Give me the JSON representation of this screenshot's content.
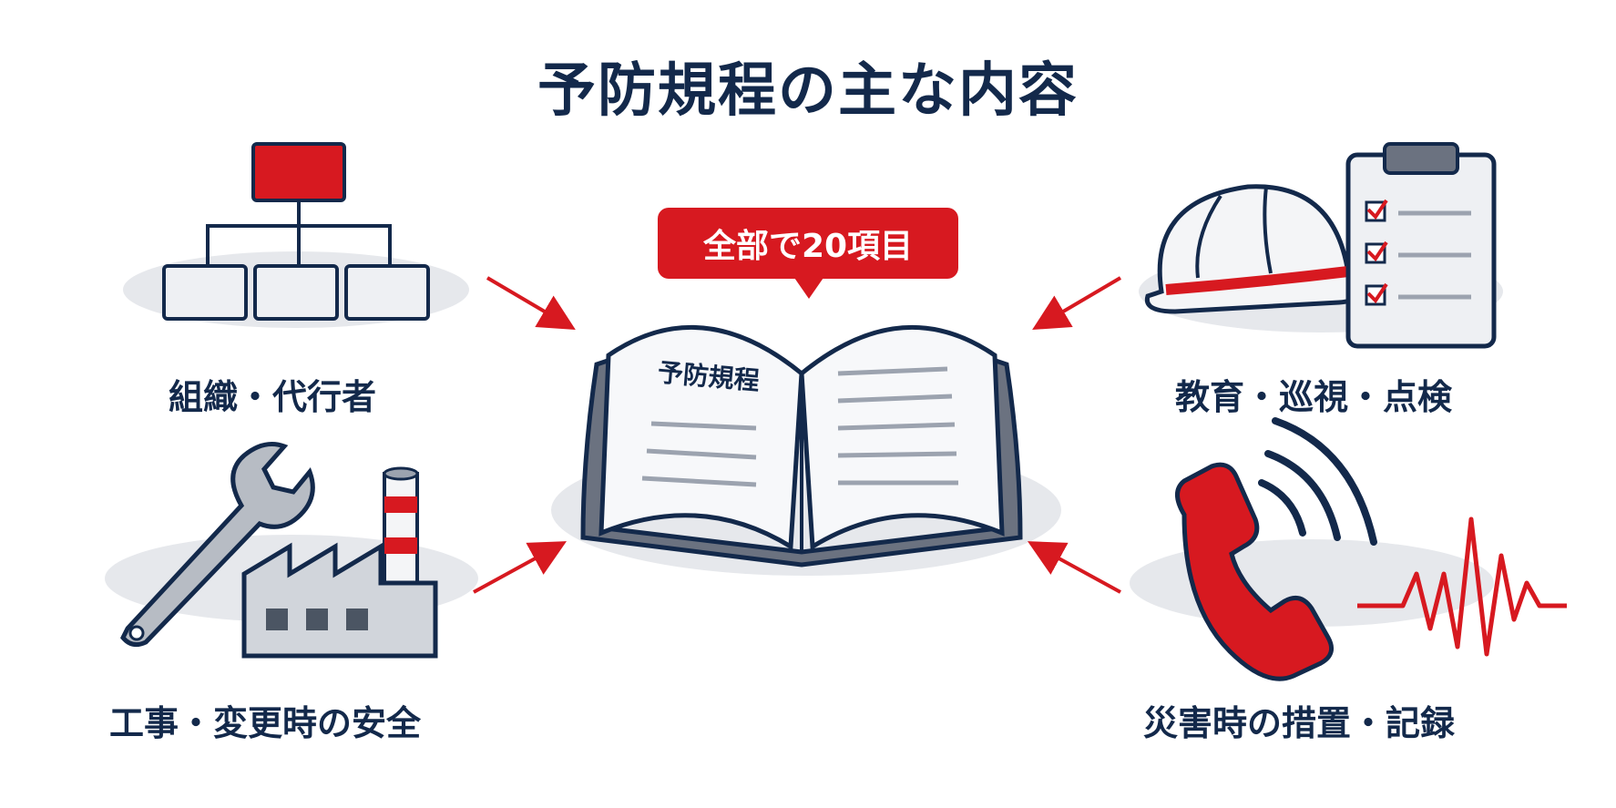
{
  "title": "予防規程の主な内容",
  "badge": "全部で20項目",
  "book_title": "予防規程",
  "topics": {
    "org": "組織・代行者",
    "education": "教育・巡視・点検",
    "construction": "工事・変更時の安全",
    "disaster": "災害時の措置・記録"
  },
  "colors": {
    "navy": "#13294b",
    "red": "#d71920",
    "gray_shadow": "#e6e8ec"
  }
}
